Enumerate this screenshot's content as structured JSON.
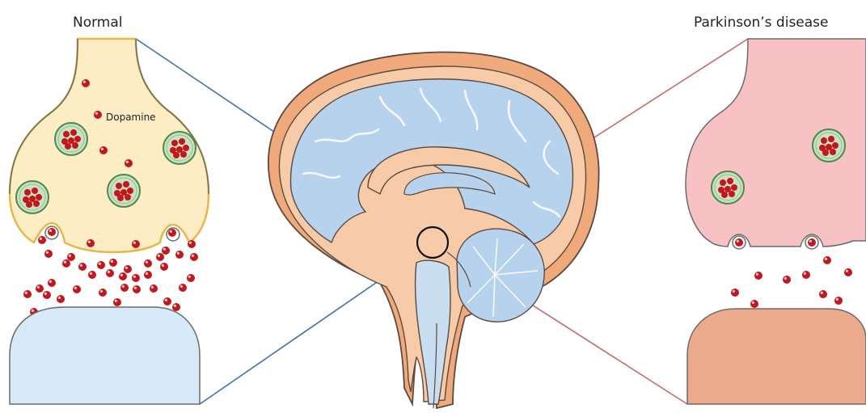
{
  "diagram": {
    "normal_title": "Normal",
    "disease_title": "Parkinson’s disease",
    "dopamine_label": "Dopamine"
  },
  "colors": {
    "normal_terminal_fill": "#fdedc4",
    "normal_terminal_outline": "#e6b84a",
    "normal_postsynaptic_fill": "#d6ebf7",
    "disease_terminal_fill": "#f8c1c3",
    "disease_postsynaptic_fill": "#ecaa8c",
    "dopamine": "#c4161c",
    "vesicle_fill": "#c9e3c2",
    "vesicle_outline": "#4b8a4a",
    "connector_normal": "#3b73ad",
    "connector_disease": "#c86a6a",
    "brain_outer": "#f0a97a",
    "brain_tissue": "#f7cba8",
    "brain_white_matter": "#b7d2ec"
  }
}
